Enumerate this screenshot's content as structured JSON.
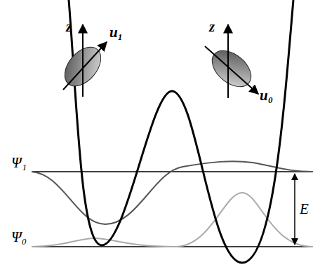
{
  "diagram": {
    "labels": [
      "z",
      "u₁",
      "z",
      "u₀",
      "Ψ₁",
      "Ψ₀",
      "E"
    ]
  }
}
